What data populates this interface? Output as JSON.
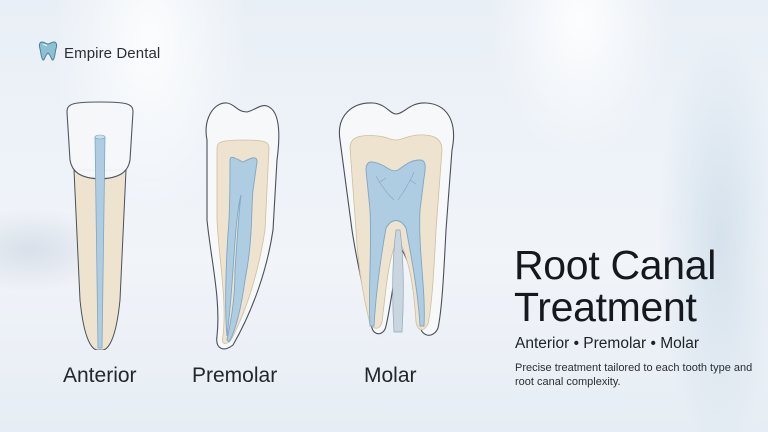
{
  "brand": {
    "name": "Empire Dental",
    "icon": "tooth-icon",
    "icon_color": "#6fa8bf"
  },
  "teeth": [
    {
      "label": "Anterior",
      "icon": "anterior-tooth-illustration"
    },
    {
      "label": "Premolar",
      "icon": "premolar-tooth-illustration"
    },
    {
      "label": "Molar",
      "icon": "molar-tooth-illustration"
    }
  ],
  "heading": {
    "title_line1": "Root Canal",
    "title_line2": "Treatment",
    "subtitle": "Anterior • Premolar • Molar",
    "description": "Precise treatment tailored to each tooth type and root canal complexity."
  },
  "colors": {
    "enamel": "#f7f9fb",
    "dentin": "#ede2cc",
    "pulp": "#aecde3",
    "outline": "#4a5058"
  }
}
